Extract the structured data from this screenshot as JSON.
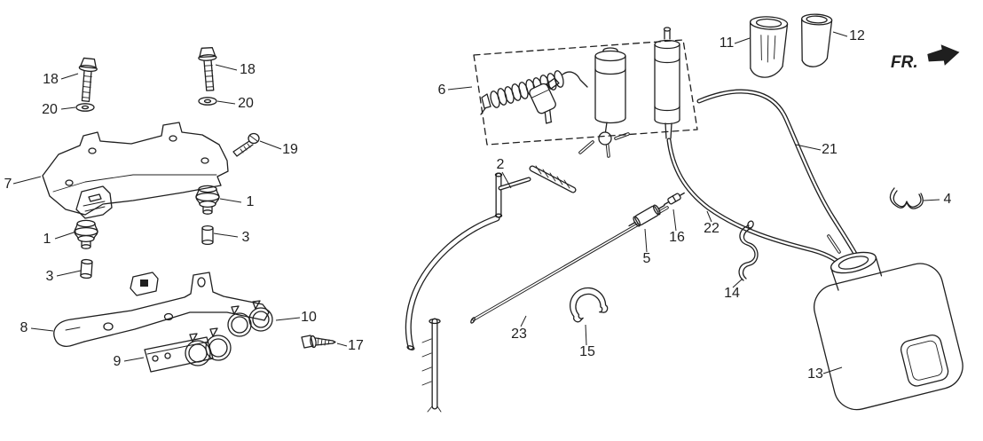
{
  "colors": {
    "background": "#ffffff",
    "line": "#1f1f1f",
    "arrow": "#111111"
  },
  "fr_indicator": "FR.",
  "callouts": {
    "c18_left": "18",
    "c20_left": "20",
    "c18_right": "18",
    "c20_right": "20",
    "c19": "19",
    "c7": "7",
    "c1_right": "1",
    "c3_right": "3",
    "c1_left": "1",
    "c3_left": "3",
    "c8": "8",
    "c9": "9",
    "c10": "10",
    "c17": "17",
    "c6": "6",
    "c2": "2",
    "c5": "5",
    "c16": "16",
    "c22": "22",
    "c21": "21",
    "c23": "23",
    "c15": "15",
    "c14": "14",
    "c4": "4",
    "c11": "11",
    "c12": "12",
    "c13": "13"
  }
}
